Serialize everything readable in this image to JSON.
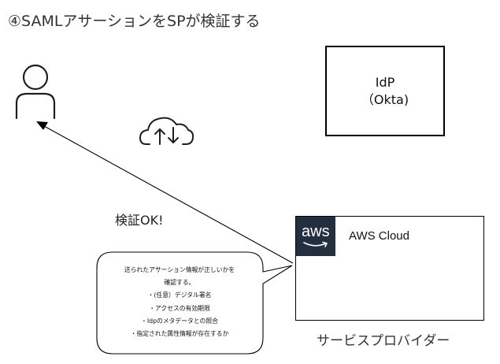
{
  "title": "④SAMLアサーションをSPが検証する",
  "idp": {
    "line1": "IdP",
    "line2": "（Okta)"
  },
  "verify_label": "検証OK!",
  "aws": {
    "logo_text": "aws",
    "cloud_label": "AWS Cloud"
  },
  "sp_label": "サービスプロバイダー",
  "note": {
    "lines": [
      "送られたアサーション情報が正しいかを",
      "確認する。",
      "・(任意）デジタル署名",
      "・アクセスの有効期限",
      "・Idpのメタデータとの照合",
      "・指定された属性情報が存在するか"
    ]
  },
  "icons": {
    "user": "user-icon",
    "cloud_sync": "cloud-sync-icon",
    "aws_logo": "aws-logo-icon"
  },
  "colors": {
    "aws_logo_bg": "#232f3e",
    "aws_smile": "#ffffff"
  }
}
